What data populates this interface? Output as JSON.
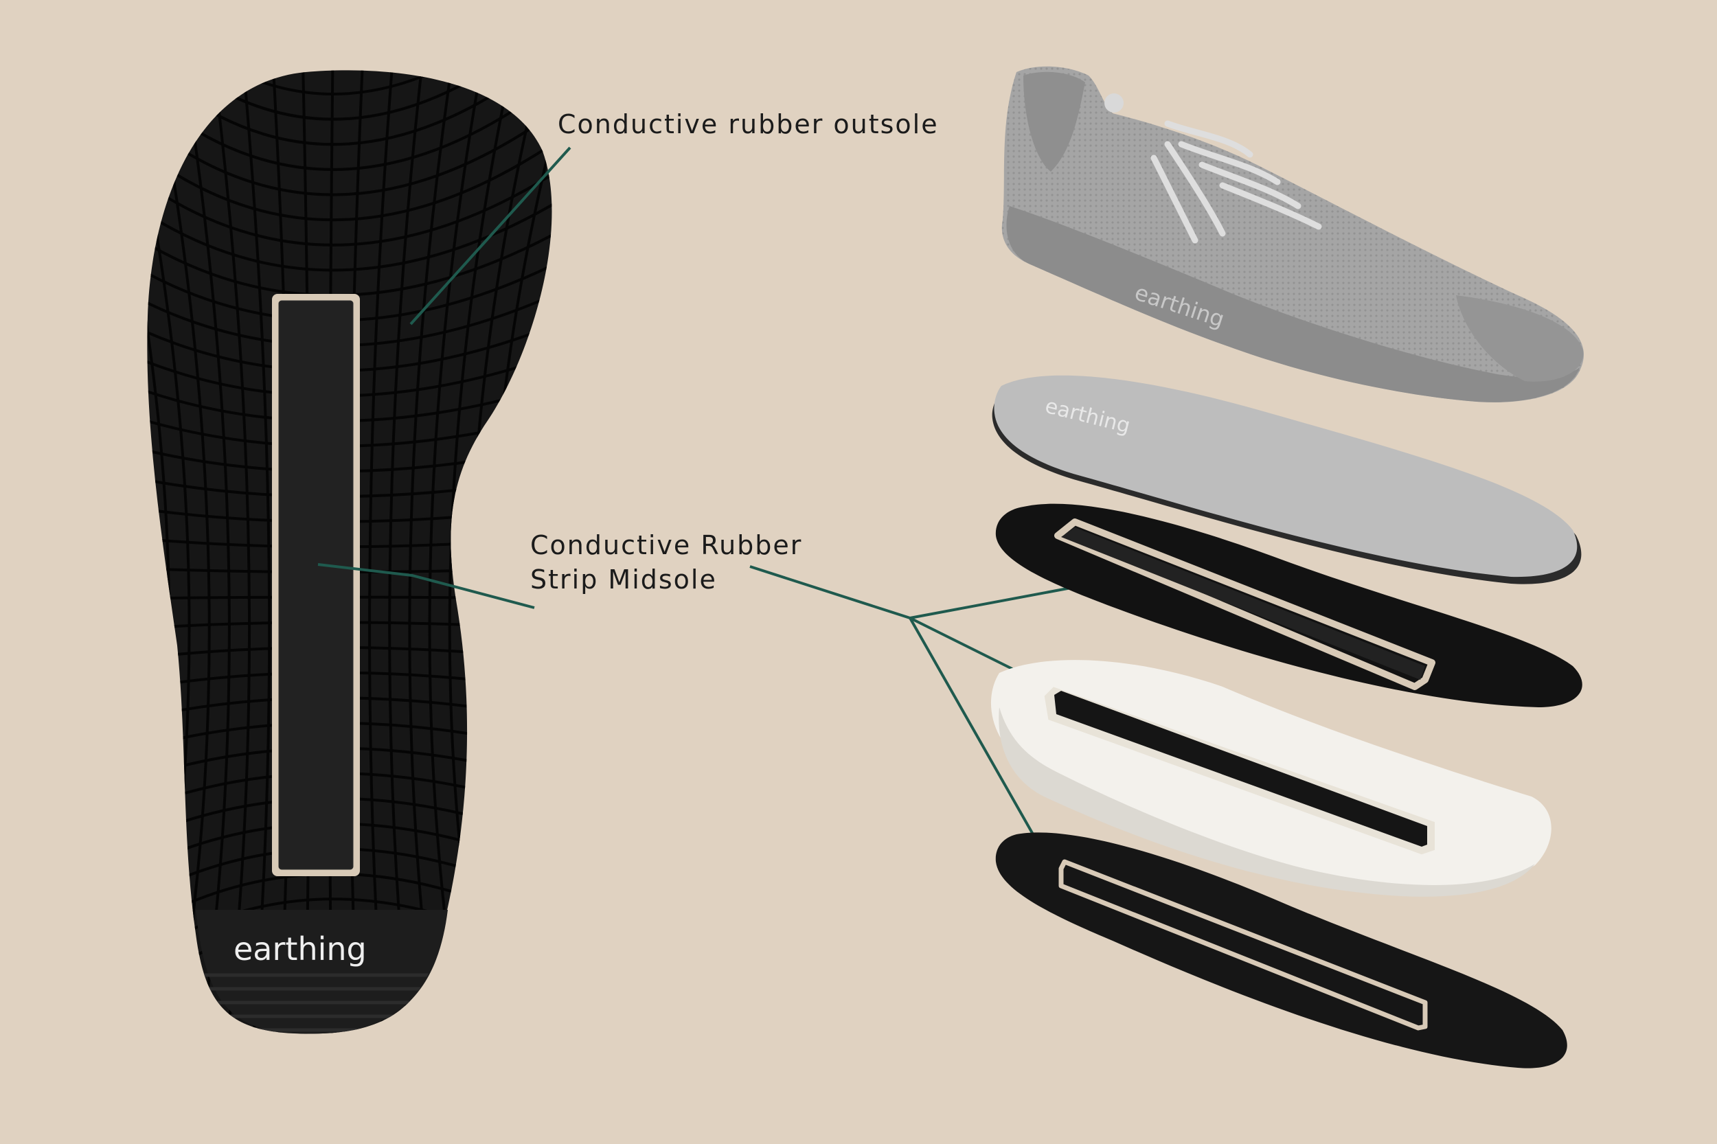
{
  "background_color": "#e0d2c1",
  "leader_line_color": "#1f5a4e",
  "callouts": {
    "outsole": "Conductive rubber outsole",
    "midsole_line1": "Conductive Rubber",
    "midsole_line2": "Strip Midsole"
  },
  "brand": {
    "outsole_logo": "earthing",
    "shoe_logo": "earthing",
    "insole_logo": "earthing"
  },
  "components": [
    {
      "name": "Sneaker upper",
      "color": "#a9a9a9"
    },
    {
      "name": "Grey insole",
      "color": "#bdbdbd"
    },
    {
      "name": "Black midsole with conductive strip",
      "color": "#121212"
    },
    {
      "name": "White sole with conductive strip",
      "color": "#f3f1ec"
    },
    {
      "name": "Black bottom layer with conductive strip",
      "color": "#161616"
    }
  ]
}
